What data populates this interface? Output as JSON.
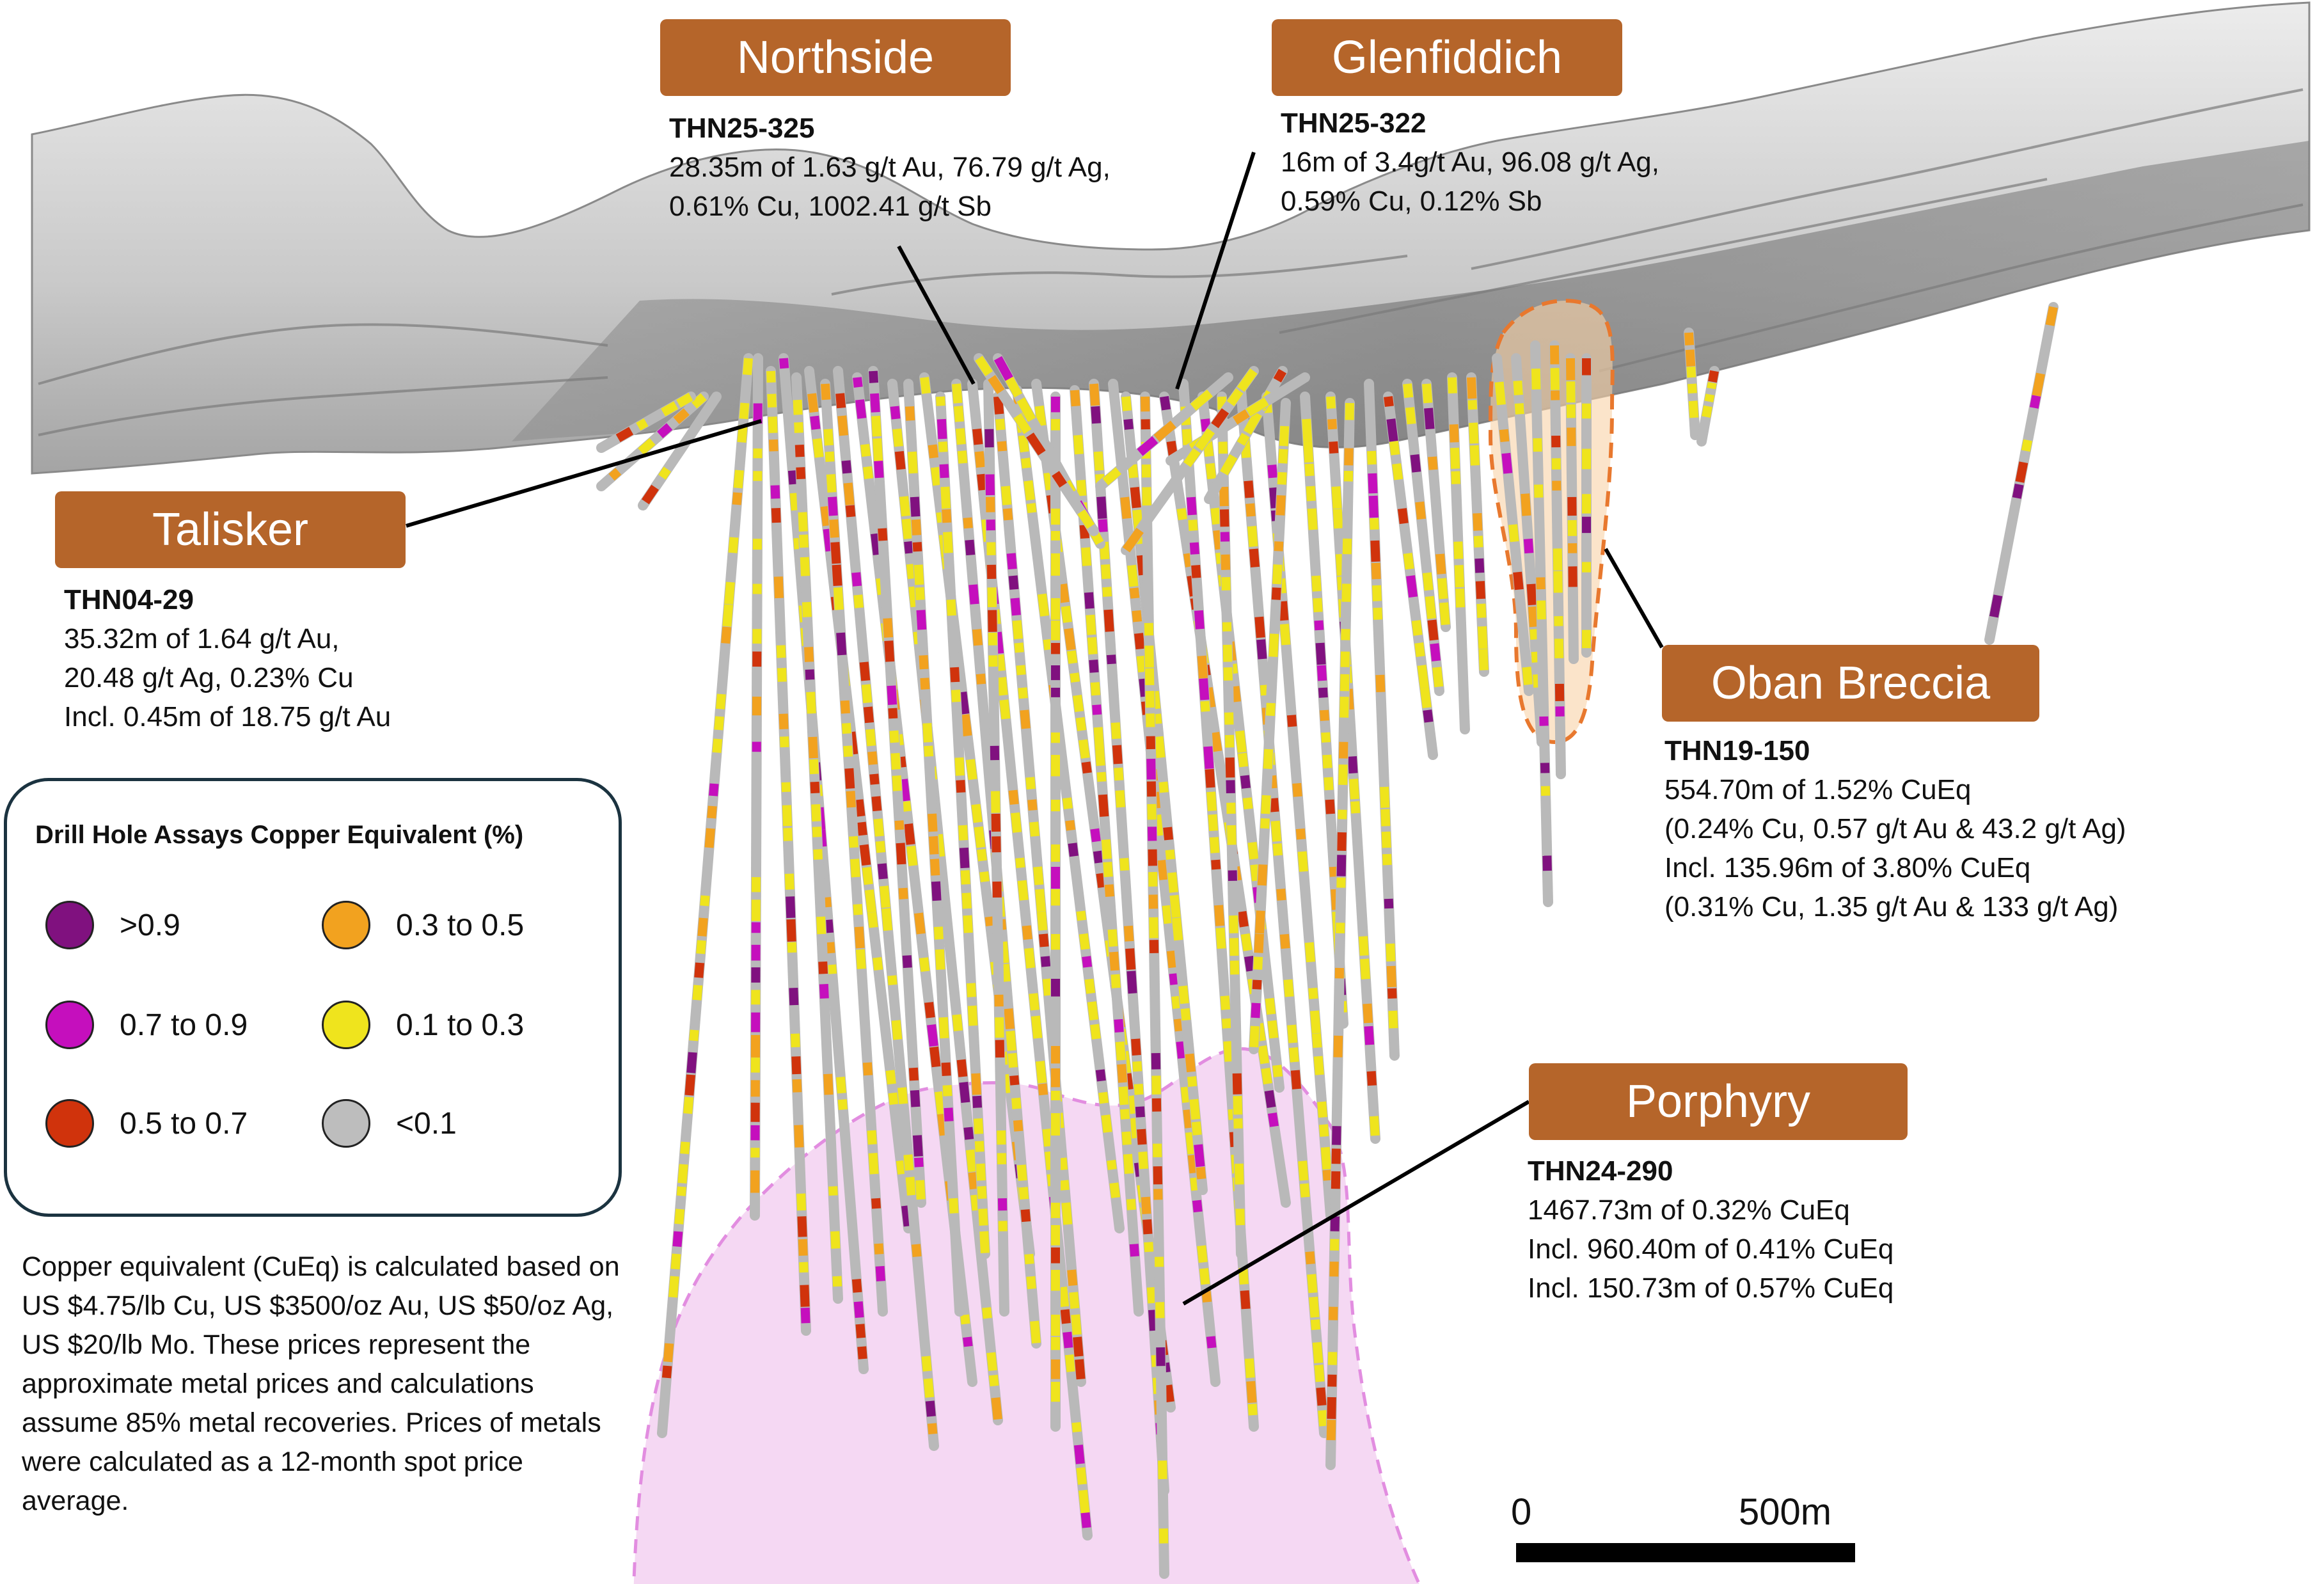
{
  "zones": [
    {
      "key": "talisker",
      "label": "Talisker",
      "hole": "THN04-29",
      "lines": [
        "35.32m of 1.64 g/t Au,",
        "20.48 g/t Ag, 0.23% Cu",
        "Incl. 0.45m of 18.75 g/t Au"
      ]
    },
    {
      "key": "northside",
      "label": "Northside",
      "hole": "THN25-325",
      "lines": [
        "28.35m of 1.63 g/t Au, 76.79 g/t Ag,",
        "0.61% Cu, 1002.41 g/t Sb"
      ]
    },
    {
      "key": "glenfiddich",
      "label": "Glenfiddich",
      "hole": "THN25-322",
      "lines": [
        "16m of 3.4g/t Au, 96.08 g/t Ag,",
        "0.59% Cu, 0.12% Sb"
      ]
    },
    {
      "key": "oban",
      "label": "Oban Breccia",
      "hole": "THN19-150",
      "lines": [
        "554.70m of 1.52% CuEq",
        "(0.24% Cu, 0.57 g/t Au & 43.2 g/t Ag)",
        "Incl. 135.96m of 3.80% CuEq",
        "(0.31% Cu, 1.35 g/t Au & 133 g/t Ag)"
      ]
    },
    {
      "key": "porphyry",
      "label": "Porphyry",
      "hole": "THN24-290",
      "lines": [
        "1467.73m of 0.32% CuEq",
        "Incl. 960.40m of 0.41% CuEq",
        "Incl. 150.73m of 0.57% CuEq"
      ]
    }
  ],
  "legend": {
    "title": "Drill Hole Assays Copper Equivalent (%)",
    "items": [
      {
        "label": ">0.9",
        "color": "#80117f"
      },
      {
        "label": "0.3 to 0.5",
        "color": "#f2a21f"
      },
      {
        "label": "0.7 to 0.9",
        "color": "#c50fbd"
      },
      {
        "label": "0.1 to 0.3",
        "color": "#efe41d"
      },
      {
        "label": "0.5 to 0.7",
        "color": "#d0330c"
      },
      {
        "label": "<0.1",
        "color": "#bdbdbd"
      }
    ]
  },
  "note": "Copper equivalent (CuEq) is calculated based on US $4.75/lb Cu, US $3500/oz Au, US $50/oz Ag, US $20/lb Mo. These prices represent the approximate metal prices and calculations assume 85% metal recoveries. Prices of metals were calculated as a 12-month spot price average.",
  "scale_bar": {
    "start_label": "0",
    "end_label": "500m"
  },
  "colors": {
    "label_fill": "#b5652a",
    "porphyry_shell": "#f5d8f3",
    "porphyry_outline": "#e28de0",
    "oban_shell": "#f9d2a6",
    "oban_outline": "#e8782e",
    "topography": "#a9a9a9"
  }
}
